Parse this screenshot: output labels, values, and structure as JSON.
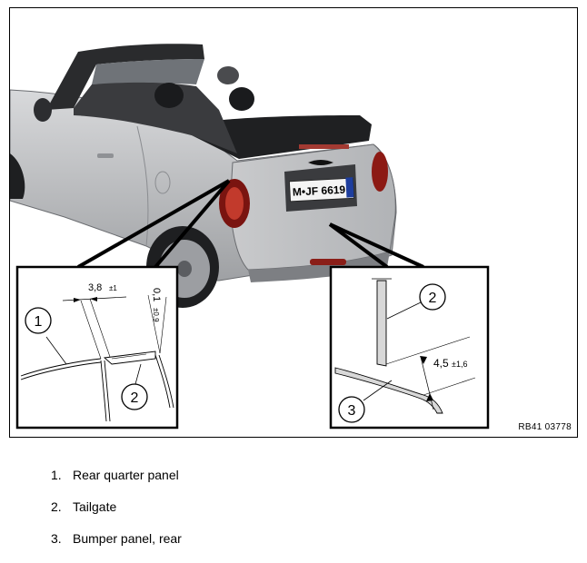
{
  "figure": {
    "code": "RB41 03778",
    "plate": "M•JF 6619",
    "callouts": {
      "left_1": "1",
      "left_2": "2",
      "right_2": "2",
      "right_3": "3"
    },
    "dimensions": {
      "gap_width": "3,8",
      "gap_width_tol": "±1",
      "flush": "0,1",
      "flush_tol": "±0,9",
      "bumper_gap": "4,5",
      "bumper_gap_tol": "±1,6"
    }
  },
  "legend": [
    {
      "num": "1.",
      "label": "Rear quarter panel"
    },
    {
      "num": "2.",
      "label": "Tailgate"
    },
    {
      "num": "3.",
      "label": "Bumper panel, rear"
    }
  ]
}
